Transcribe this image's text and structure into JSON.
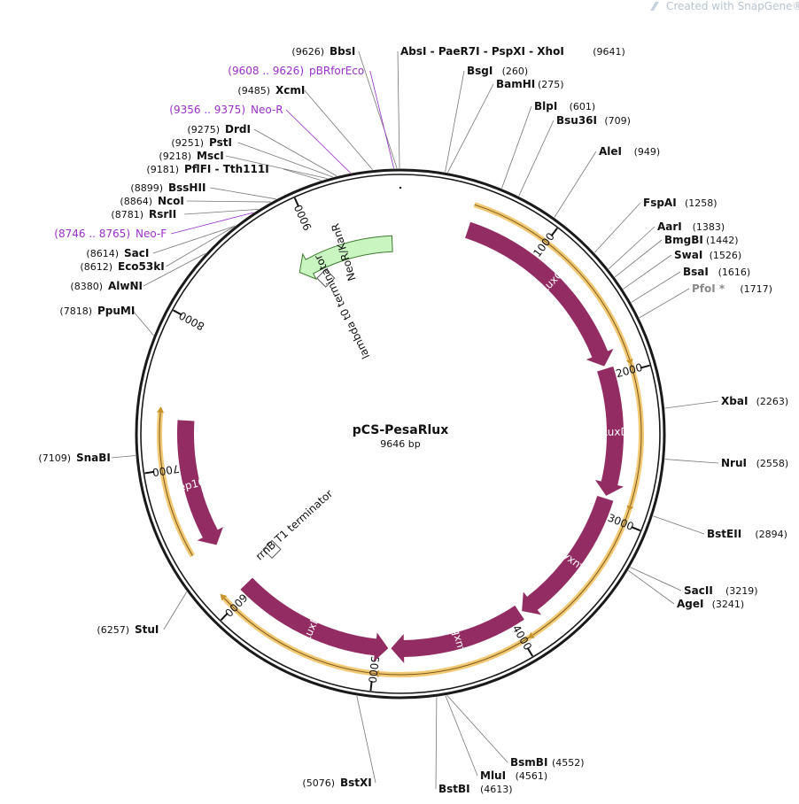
{
  "header": {
    "credit_text": "Created with SnapGene®",
    "icon": "snapgene-logo-icon"
  },
  "plasmid": {
    "name": "pCS-PesaRlux",
    "size_label": "9646 bp",
    "length_bp": 9646
  },
  "ticks": [
    {
      "label": "1000",
      "bp": 1000
    },
    {
      "label": "2000",
      "bp": 2000
    },
    {
      "label": "3000",
      "bp": 3000
    },
    {
      "label": "4000",
      "bp": 4000
    },
    {
      "label": "5000",
      "bp": 5000
    },
    {
      "label": "6000",
      "bp": 6000
    },
    {
      "label": "7000",
      "bp": 7000
    },
    {
      "label": "8000",
      "bp": 8000
    },
    {
      "label": "9000",
      "bp": 9000
    }
  ],
  "features": [
    {
      "name": "LuxC",
      "start": 490,
      "end": 1920,
      "direction": "cw"
    },
    {
      "name": "LuxD",
      "start": 1940,
      "end": 2860,
      "direction": "cw"
    },
    {
      "name": "LuxA",
      "start": 2880,
      "end": 3900,
      "direction": "cw"
    },
    {
      "name": "LuxB",
      "start": 3920,
      "end": 4890,
      "direction": "cw"
    },
    {
      "name": "LuxE",
      "start": 4910,
      "end": 6050,
      "direction": "ccw"
    },
    {
      "name": "Rep101",
      "start": 6400,
      "end": 7330,
      "direction": "ccw"
    },
    {
      "name": "NeoR/KanR",
      "start": 8790,
      "end": 9580,
      "direction": "ccw"
    }
  ],
  "terminators": [
    {
      "name": "lambda t0 terminator",
      "bp": 8960
    },
    {
      "name": "rrnB T1 terminator",
      "bp": 6110
    }
  ],
  "orange_arcs": [
    {
      "start": 480,
      "end": 1930
    },
    {
      "start": 1950,
      "end": 2880
    },
    {
      "start": 2900,
      "end": 3930
    },
    {
      "start": 3950,
      "end": 4960
    },
    {
      "start": 4980,
      "end": 6080
    },
    {
      "start": 6420,
      "end": 7370
    }
  ],
  "sites": [
    {
      "name": "BbsI",
      "pos": "(9626)",
      "side": "left",
      "kind": "enzyme"
    },
    {
      "name": "pBRforEco",
      "pos": "(9608 .. 9626)",
      "side": "left",
      "kind": "primer"
    },
    {
      "name": "XcmI",
      "pos": "(9485)",
      "side": "left",
      "kind": "enzyme"
    },
    {
      "name": "Neo-R",
      "pos": "(9356 .. 9375)",
      "side": "left",
      "kind": "primer"
    },
    {
      "name": "DrdI",
      "pos": "(9275)",
      "side": "left",
      "kind": "enzyme"
    },
    {
      "name": "PstI",
      "pos": "(9251)",
      "side": "left",
      "kind": "enzyme"
    },
    {
      "name": "MscI",
      "pos": "(9218)",
      "side": "left",
      "kind": "enzyme"
    },
    {
      "name": "PflFI - Tth111I",
      "pos": "(9181)",
      "side": "left",
      "kind": "enzyme"
    },
    {
      "name": "BssHII",
      "pos": "(8899)",
      "side": "left",
      "kind": "enzyme"
    },
    {
      "name": "NcoI",
      "pos": "(8864)",
      "side": "left",
      "kind": "enzyme"
    },
    {
      "name": "RsrII",
      "pos": "(8781)",
      "side": "left",
      "kind": "enzyme"
    },
    {
      "name": "Neo-F",
      "pos": "(8746 .. 8765)",
      "side": "left",
      "kind": "primer"
    },
    {
      "name": "SacI",
      "pos": "(8614)",
      "side": "left",
      "kind": "enzyme"
    },
    {
      "name": "Eco53kI",
      "pos": "(8612)",
      "side": "left",
      "kind": "enzyme"
    },
    {
      "name": "AlwNI",
      "pos": "(8380)",
      "side": "left",
      "kind": "enzyme"
    },
    {
      "name": "PpuMI",
      "pos": "(7818)",
      "side": "left",
      "kind": "enzyme"
    },
    {
      "name": "SnaBI",
      "pos": "(7109)",
      "side": "left",
      "kind": "enzyme"
    },
    {
      "name": "StuI",
      "pos": "(6257)",
      "side": "left",
      "kind": "enzyme"
    },
    {
      "name": "BstXI",
      "pos": "(5076)",
      "side": "left",
      "kind": "enzyme"
    },
    {
      "name": "AbsI - PaeR7I - PspXI - XhoI",
      "pos": "(9641)",
      "side": "right",
      "kind": "enzyme"
    },
    {
      "name": "BsgI",
      "pos": "(260)",
      "side": "right",
      "kind": "enzyme"
    },
    {
      "name": "BamHI",
      "pos": "(275)",
      "side": "right",
      "kind": "enzyme"
    },
    {
      "name": "BlpI",
      "pos": "(601)",
      "side": "right",
      "kind": "enzyme"
    },
    {
      "name": "Bsu36I",
      "pos": "(709)",
      "side": "right",
      "kind": "enzyme"
    },
    {
      "name": "AleI",
      "pos": "(949)",
      "side": "right",
      "kind": "enzyme"
    },
    {
      "name": "FspAI",
      "pos": "(1258)",
      "side": "right",
      "kind": "enzyme"
    },
    {
      "name": "AarI",
      "pos": "(1383)",
      "side": "right",
      "kind": "enzyme"
    },
    {
      "name": "BmgBI",
      "pos": "(1442)",
      "side": "right",
      "kind": "enzyme"
    },
    {
      "name": "SwaI",
      "pos": "(1526)",
      "side": "right",
      "kind": "enzyme"
    },
    {
      "name": "BsaI",
      "pos": "(1616)",
      "side": "right",
      "kind": "enzyme"
    },
    {
      "name": "PfoI *",
      "pos": "(1717)",
      "side": "right",
      "kind": "methyl"
    },
    {
      "name": "XbaI",
      "pos": "(2263)",
      "side": "right",
      "kind": "enzyme"
    },
    {
      "name": "NruI",
      "pos": "(2558)",
      "side": "right",
      "kind": "enzyme"
    },
    {
      "name": "BstEII",
      "pos": "(2894)",
      "side": "right",
      "kind": "enzyme"
    },
    {
      "name": "SacII",
      "pos": "(3219)",
      "side": "right",
      "kind": "enzyme"
    },
    {
      "name": "AgeI",
      "pos": "(3241)",
      "side": "right",
      "kind": "enzyme"
    },
    {
      "name": "BsmBI",
      "pos": "(4552)",
      "side": "right",
      "kind": "enzyme"
    },
    {
      "name": "MluI",
      "pos": "(4561)",
      "side": "right",
      "kind": "enzyme"
    },
    {
      "name": "BstBI",
      "pos": "(4613)",
      "side": "right",
      "kind": "enzyme"
    }
  ],
  "colors": {
    "feature": "#922c63",
    "feature_kan": "#c8f5c0",
    "feature_kan_stroke": "#3d7a2e",
    "orange_arc": "#f3c873",
    "primer": "#9b30c8",
    "backbone": "#1a1a1a"
  }
}
